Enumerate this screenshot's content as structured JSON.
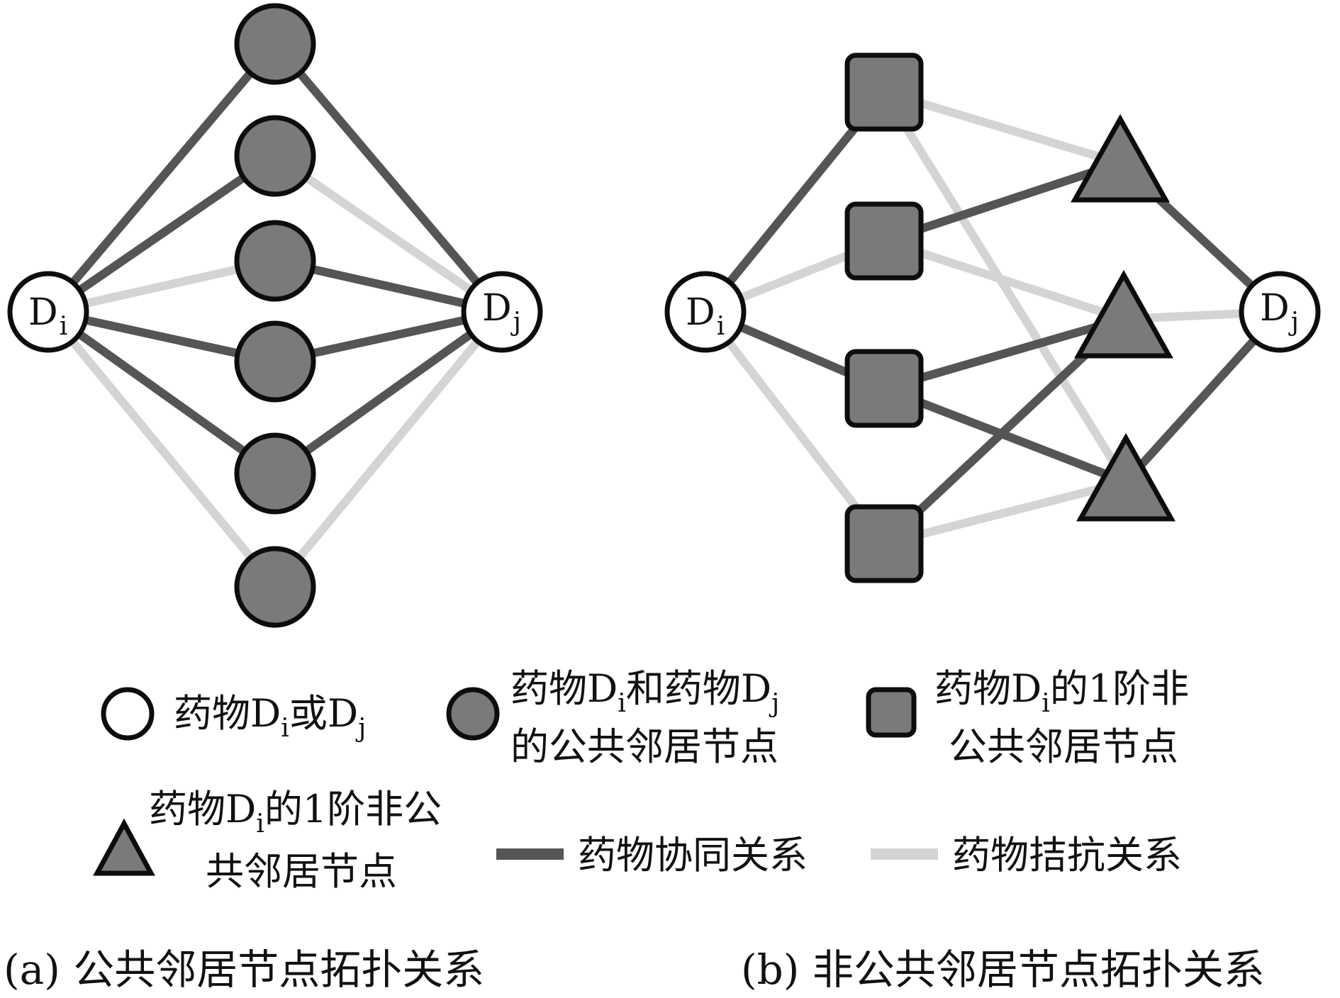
{
  "colors": {
    "synergy": "#555555",
    "antagonism": "#d4d4d4",
    "node_fill": "#7a7a7a",
    "node_stroke": "#0d0d0d",
    "endpoint_fill": "#ffffff"
  },
  "diagram_a": {
    "caption": "(a) 公共邻居节点拓扑关系",
    "drug_i": {
      "main": "D",
      "sub": "i"
    },
    "drug_j": {
      "main": "D",
      "sub": "j"
    },
    "common_neighbors": 6,
    "edges": [
      {
        "from": "Di",
        "to": 0,
        "type": "synergy"
      },
      {
        "from": "Di",
        "to": 1,
        "type": "synergy"
      },
      {
        "from": "Di",
        "to": 2,
        "type": "antagonism"
      },
      {
        "from": "Di",
        "to": 3,
        "type": "synergy"
      },
      {
        "from": "Di",
        "to": 4,
        "type": "synergy"
      },
      {
        "from": "Di",
        "to": 5,
        "type": "antagonism"
      },
      {
        "from": "Dj",
        "to": 0,
        "type": "synergy"
      },
      {
        "from": "Dj",
        "to": 1,
        "type": "antagonism"
      },
      {
        "from": "Dj",
        "to": 2,
        "type": "synergy"
      },
      {
        "from": "Dj",
        "to": 3,
        "type": "synergy"
      },
      {
        "from": "Dj",
        "to": 4,
        "type": "synergy"
      },
      {
        "from": "Dj",
        "to": 5,
        "type": "antagonism"
      }
    ]
  },
  "diagram_b": {
    "caption": "(b) 非公共邻居节点拓扑关系",
    "drug_i": {
      "main": "D",
      "sub": "i"
    },
    "drug_j": {
      "main": "D",
      "sub": "j"
    },
    "square_neighbors": 4,
    "triangle_neighbors": 3,
    "edges": [
      {
        "from": "Di",
        "to": "S0",
        "type": "synergy"
      },
      {
        "from": "Di",
        "to": "S1",
        "type": "antagonism"
      },
      {
        "from": "Di",
        "to": "S2",
        "type": "synergy"
      },
      {
        "from": "Di",
        "to": "S3",
        "type": "antagonism"
      },
      {
        "from": "S0",
        "to": "T0",
        "type": "antagonism"
      },
      {
        "from": "S0",
        "to": "T2",
        "type": "antagonism"
      },
      {
        "from": "S1",
        "to": "T0",
        "type": "synergy"
      },
      {
        "from": "S1",
        "to": "T1",
        "type": "antagonism"
      },
      {
        "from": "S2",
        "to": "T1",
        "type": "synergy"
      },
      {
        "from": "S2",
        "to": "T2",
        "type": "synergy"
      },
      {
        "from": "S3",
        "to": "T1",
        "type": "synergy"
      },
      {
        "from": "S3",
        "to": "T2",
        "type": "antagonism"
      },
      {
        "from": "T0",
        "to": "Dj",
        "type": "synergy"
      },
      {
        "from": "T1",
        "to": "Dj",
        "type": "antagonism"
      },
      {
        "from": "T2",
        "to": "Dj",
        "type": "synergy"
      }
    ]
  },
  "legend": {
    "drug": {
      "pre": "药物",
      "d1": "D",
      "s1": "i",
      "mid": "或",
      "d2": "D",
      "s2": "j"
    },
    "common": {
      "pre": "药物",
      "d1": "D",
      "s1": "i",
      "mid": "和药物",
      "d2": "D",
      "s2": "j",
      "line2": "的公共邻居节点"
    },
    "square": {
      "pre": "药物",
      "d": "D",
      "s": "i",
      "post": "的1阶非",
      "line2": "公共邻居节点"
    },
    "triangle": {
      "pre": "药物",
      "d": "D",
      "s": "i",
      "post": "的1阶非公",
      "line2": "共邻居节点"
    },
    "synergy": "药物协同关系",
    "antagonism": "药物拮抗关系"
  }
}
